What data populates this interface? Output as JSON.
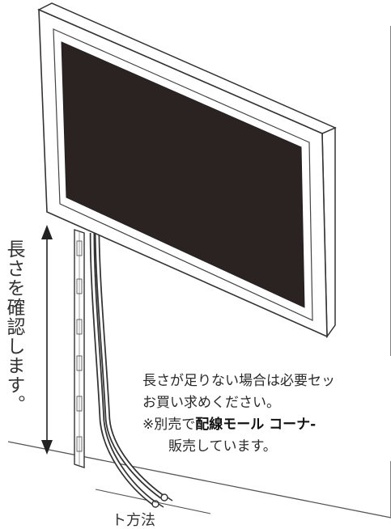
{
  "vertical_label": "長さを確認します。",
  "note": {
    "line1": "長さが足りない場合は必要セッ",
    "line2": "お買い求めください。",
    "line3_prefix": "※別売で",
    "line3_bold": "配線モール コーナ-",
    "line4": "販売しています。"
  },
  "bottom_text": "ト方法",
  "colors": {
    "screen": "#2b2321",
    "outline": "#333333",
    "background": "#ffffff"
  }
}
